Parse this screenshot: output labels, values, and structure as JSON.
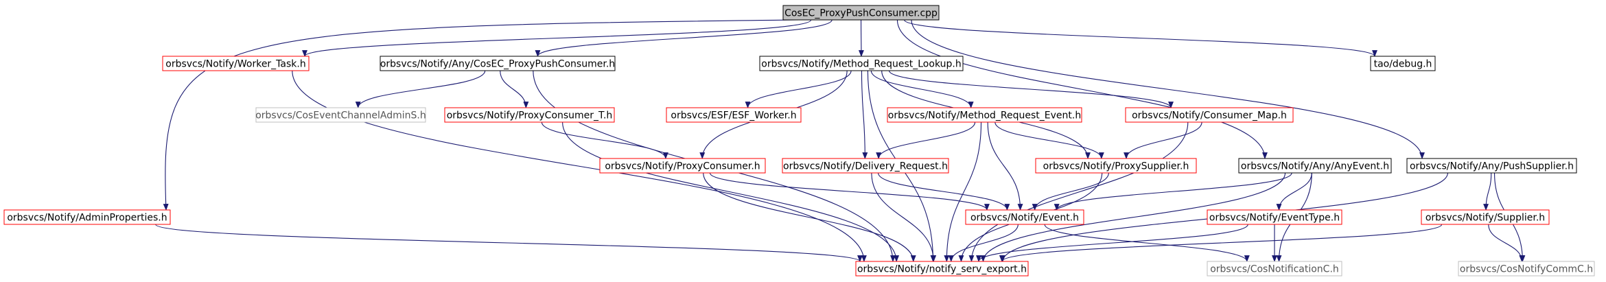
{
  "graph": {
    "root": "CosEC_ProxyPushConsumer.cpp",
    "colors": {
      "edge": "#191970",
      "root_fill": "#bfbfbf",
      "root_border": "#000000",
      "documented_border": "#000000",
      "undocumented_border": "#ff0000",
      "external_border": "#bfbfbf"
    },
    "nodes": [
      {
        "id": "n_root",
        "label": "CosEC_ProxyPushConsumer.cpp",
        "style": "root"
      },
      {
        "id": "n_worker_task",
        "label": "orbsvcs/Notify/Worker_Task.h",
        "style": "red"
      },
      {
        "id": "n_any_cosec",
        "label": "orbsvcs/Notify/Any/CosEC_ProxyPushConsumer.h",
        "style": "black"
      },
      {
        "id": "n_mrl",
        "label": "orbsvcs/Notify/Method_Request_Lookup.h",
        "style": "black"
      },
      {
        "id": "n_tao_debug",
        "label": "tao/debug.h",
        "style": "black"
      },
      {
        "id": "n_coseventadmin",
        "label": "orbsvcs/CosEventChannelAdminS.h",
        "style": "gray"
      },
      {
        "id": "n_proxyconsumer_t",
        "label": "orbsvcs/Notify/ProxyConsumer_T.h",
        "style": "red"
      },
      {
        "id": "n_esf_worker",
        "label": "orbsvcs/ESF/ESF_Worker.h",
        "style": "red"
      },
      {
        "id": "n_mre",
        "label": "orbsvcs/Notify/Method_Request_Event.h",
        "style": "red"
      },
      {
        "id": "n_consumer_map",
        "label": "orbsvcs/Notify/Consumer_Map.h",
        "style": "red"
      },
      {
        "id": "n_proxyconsumer",
        "label": "orbsvcs/Notify/ProxyConsumer.h",
        "style": "red"
      },
      {
        "id": "n_delivery",
        "label": "orbsvcs/Notify/Delivery_Request.h",
        "style": "red"
      },
      {
        "id": "n_proxysupplier",
        "label": "orbsvcs/Notify/ProxySupplier.h",
        "style": "red"
      },
      {
        "id": "n_anyevent",
        "label": "orbsvcs/Notify/Any/AnyEvent.h",
        "style": "black"
      },
      {
        "id": "n_pushsupplier",
        "label": "orbsvcs/Notify/Any/PushSupplier.h",
        "style": "black"
      },
      {
        "id": "n_adminprops",
        "label": "orbsvcs/Notify/AdminProperties.h",
        "style": "red"
      },
      {
        "id": "n_event",
        "label": "orbsvcs/Notify/Event.h",
        "style": "red"
      },
      {
        "id": "n_eventtype",
        "label": "orbsvcs/Notify/EventType.h",
        "style": "red"
      },
      {
        "id": "n_supplier",
        "label": "orbsvcs/Notify/Supplier.h",
        "style": "red"
      },
      {
        "id": "n_export",
        "label": "orbsvcs/Notify/notify_serv_export.h",
        "style": "red"
      },
      {
        "id": "n_cosnotification",
        "label": "orbsvcs/CosNotificationC.h",
        "style": "gray"
      },
      {
        "id": "n_cosnotifycomm",
        "label": "orbsvcs/CosNotifyCommC.h",
        "style": "gray"
      }
    ]
  }
}
